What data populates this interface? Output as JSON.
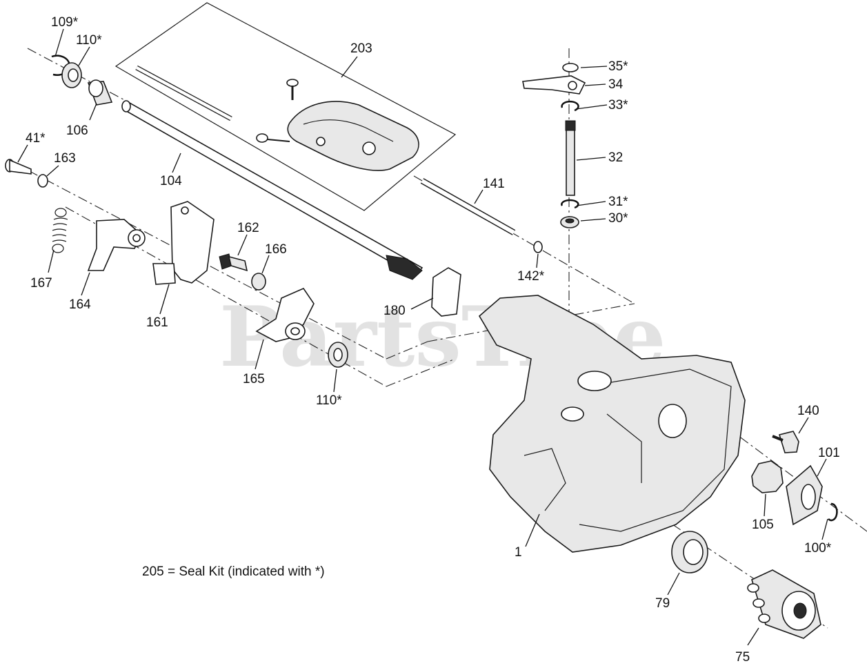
{
  "watermark": "PartsTree",
  "note": "205 = Seal Kit (indicated with *)",
  "callouts": [
    {
      "id": "109",
      "text": "109*"
    },
    {
      "id": "110a",
      "text": "110*"
    },
    {
      "id": "106",
      "text": "106"
    },
    {
      "id": "41",
      "text": "41*"
    },
    {
      "id": "163",
      "text": "163"
    },
    {
      "id": "104",
      "text": "104"
    },
    {
      "id": "203",
      "text": "203"
    },
    {
      "id": "141",
      "text": "141"
    },
    {
      "id": "35",
      "text": "35*"
    },
    {
      "id": "34",
      "text": "34"
    },
    {
      "id": "33",
      "text": "33*"
    },
    {
      "id": "32",
      "text": "32"
    },
    {
      "id": "31",
      "text": "31*"
    },
    {
      "id": "30",
      "text": "30*"
    },
    {
      "id": "162",
      "text": "162"
    },
    {
      "id": "166",
      "text": "166"
    },
    {
      "id": "142",
      "text": "142*"
    },
    {
      "id": "167",
      "text": "167"
    },
    {
      "id": "164",
      "text": "164"
    },
    {
      "id": "161",
      "text": "161"
    },
    {
      "id": "180",
      "text": "180"
    },
    {
      "id": "165",
      "text": "165"
    },
    {
      "id": "110b",
      "text": "110*"
    },
    {
      "id": "140",
      "text": "140"
    },
    {
      "id": "101",
      "text": "101"
    },
    {
      "id": "105",
      "text": "105"
    },
    {
      "id": "100",
      "text": "100*"
    },
    {
      "id": "1",
      "text": "1"
    },
    {
      "id": "79",
      "text": "79"
    },
    {
      "id": "75",
      "text": "75"
    }
  ]
}
